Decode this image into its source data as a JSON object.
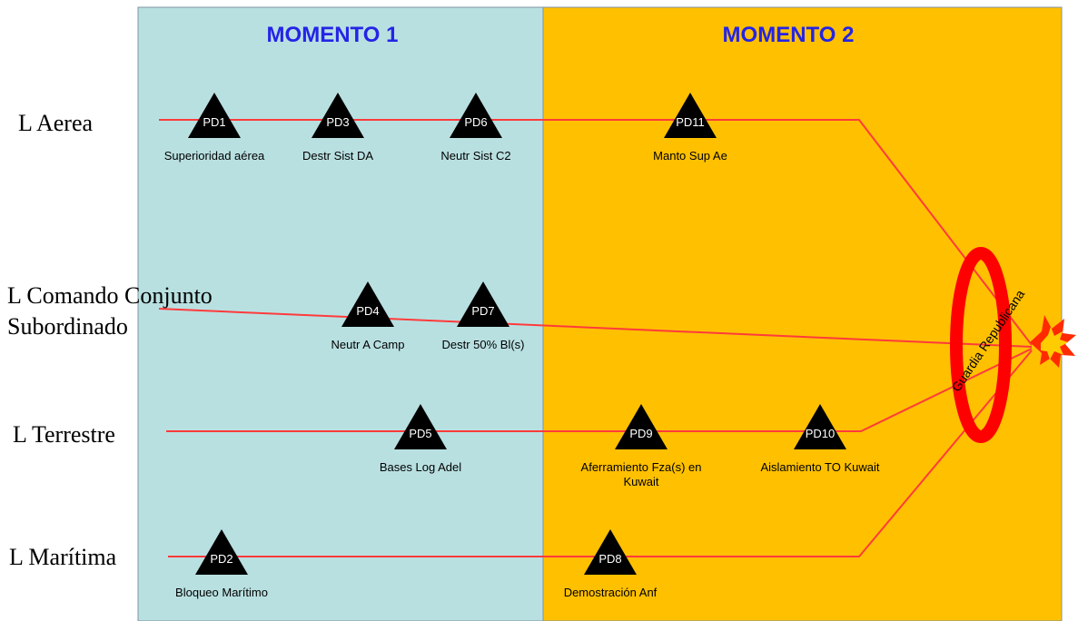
{
  "colors": {
    "panel_left": "#b9e0e1",
    "panel_right": "#ffc000",
    "panel_border": "#7f95a3",
    "moment_title": "#2424e6",
    "line": "#ff3b3b",
    "node": "#000000",
    "node_text": "#ffffff",
    "ring": "#ff0000",
    "burst_outer": "#ff2a00",
    "burst_inner": "#ffcc00"
  },
  "moments": [
    {
      "title": "MOMENTO 1"
    },
    {
      "title": "MOMENTO 2"
    }
  ],
  "lines": [
    {
      "label": "L Aerea"
    },
    {
      "label": "L Comando Conjunto",
      "label2": "Subordinado"
    },
    {
      "label": "L Terrestre"
    },
    {
      "label": "L Marítima"
    }
  ],
  "points": [
    {
      "id": "PD1",
      "caption": "Superioridad aérea",
      "caption2": "",
      "line": "L Aerea"
    },
    {
      "id": "PD3",
      "caption": "Destr Sist DA",
      "caption2": "",
      "line": "L Aerea"
    },
    {
      "id": "PD6",
      "caption": "Neutr Sist C2",
      "caption2": "",
      "line": "L Aerea"
    },
    {
      "id": "PD11",
      "caption": "Manto Sup Ae",
      "caption2": "",
      "line": "L Aerea"
    },
    {
      "id": "PD4",
      "caption": "Neutr A Camp",
      "caption2": "",
      "line": "L Comando Conjunto Subordinado"
    },
    {
      "id": "PD7",
      "caption": "Destr 50%  Bl(s)",
      "caption2": "",
      "line": "L Comando Conjunto Subordinado"
    },
    {
      "id": "PD5",
      "caption": "Bases Log Adel",
      "caption2": "",
      "line": "L Terrestre"
    },
    {
      "id": "PD9",
      "caption": "Aferramiento  Fza(s) en",
      "caption2": "Kuwait",
      "line": "L Terrestre"
    },
    {
      "id": "PD10",
      "caption": "Aislamiento  TO Kuwait",
      "caption2": "",
      "line": "L Terrestre"
    },
    {
      "id": "PD2",
      "caption": "Bloqueo Marítimo",
      "caption2": "",
      "line": "L Marítima"
    },
    {
      "id": "PD8",
      "caption": "Demostración  Anf",
      "caption2": "",
      "line": "L Marítima"
    }
  ],
  "center_of_gravity": {
    "label": "Guardia Republicana"
  }
}
